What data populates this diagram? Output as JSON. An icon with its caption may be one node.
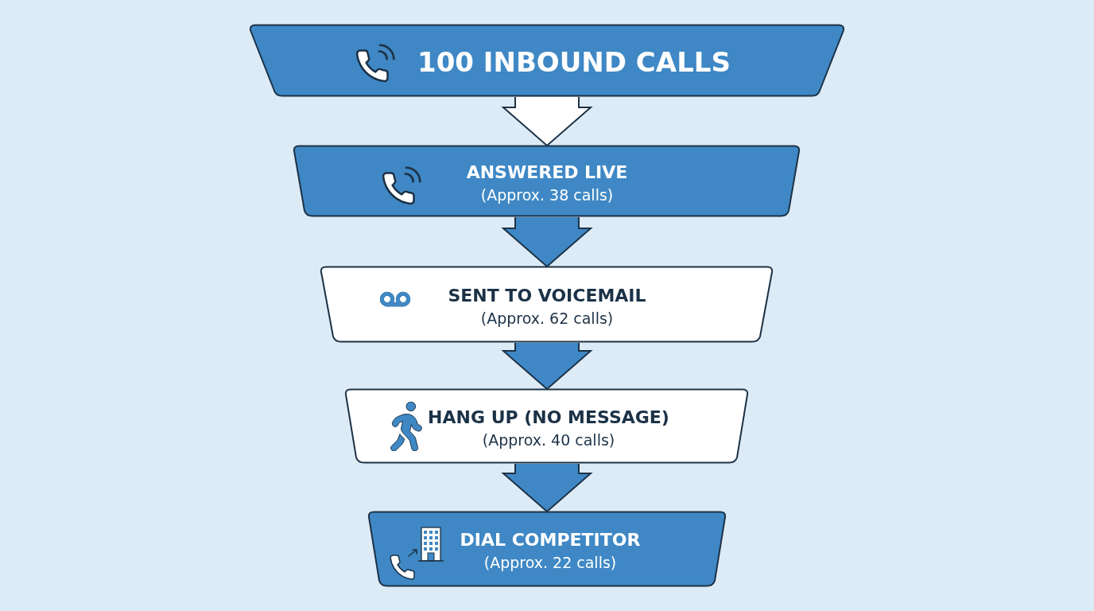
{
  "diagram": {
    "nodes": [
      {
        "text": [
          "100 INBOUND CALLS"
        ]
      },
      {
        "text": [
          "ANSWERED LIVE",
          "(Approx. 38 calls)"
        ]
      },
      {
        "text": [
          "SENT TO VOICEMAIL",
          "(Approx. 62 calls)"
        ]
      },
      {
        "text": [
          "HANG UP (NO MESSAGE)",
          "(Approx. 40 calls)"
        ]
      },
      {
        "text": [
          "DIAL COMPETITOR",
          "(Approx. 22 calls)"
        ]
      }
    ],
    "edges": [
      {
        "from": 0,
        "to": 1,
        "arrow": "to",
        "color": "#ffffff"
      },
      {
        "from": 1,
        "to": 2,
        "arrow": "to"
      },
      {
        "from": 2,
        "to": 3,
        "arrow": "to"
      },
      {
        "from": 3,
        "to": 4,
        "arrow": "to"
      }
    ]
  }
}
